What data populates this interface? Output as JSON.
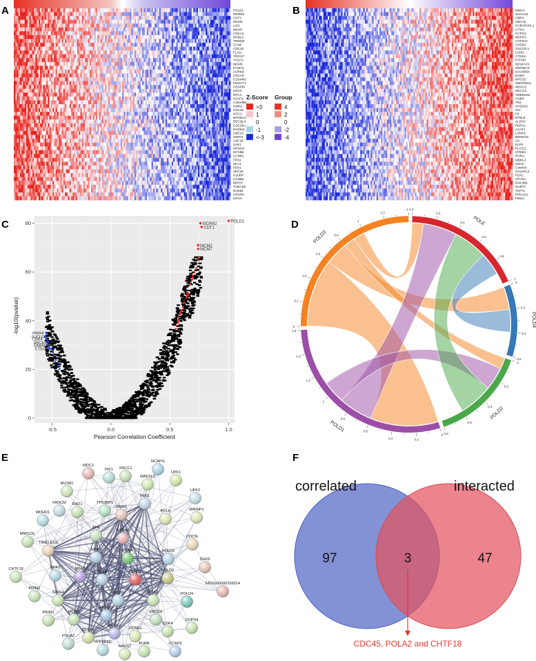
{
  "panels": {
    "a": "A",
    "b": "B",
    "c": "C",
    "d": "D",
    "e": "E",
    "f": "F"
  },
  "heatmap_a": {
    "genes": [
      "POLD1",
      "WDR62",
      "CDT1",
      "MCM2",
      "LIG1",
      "MCM7",
      "CDCA3",
      "MYBL2",
      "TRIM28",
      "CCNF",
      "CDC20",
      "FLJ11",
      "TROAP",
      "TACC3",
      "MCM5",
      "FANCG",
      "AURKB",
      "CDCA5",
      "C15orf42",
      "PKMYT1",
      "CENPM",
      "KIF2C",
      "RFC4",
      "H2AFX",
      "C18orf59",
      "GINS1",
      "CDC45",
      "KIFC1",
      "NFKBIL2",
      "RECQL4",
      "CDC25A",
      "RAD54L",
      "UBE2S",
      "ZWINT",
      "ASF1B",
      "SAE1",
      "MCM10",
      "KIF18B",
      "CCNB1",
      "TPX2",
      "SKA1",
      "FEN1",
      "SPC25",
      "HJURP",
      "CCNB2",
      "BIRC5",
      "TUBA1B",
      "RAD51",
      "CENPH",
      "KIF4A"
    ],
    "legend": {
      "zscore_title": "Z-Score",
      "zscore_labels": [
        ">3",
        "1",
        "0",
        "-1",
        "<-3"
      ],
      "zscore_colors": [
        "#e8241f",
        "#f6c7cf",
        "#ffffff",
        "#a9d4ec",
        "#1a28d8"
      ],
      "group_title": "Group",
      "group_labels": [
        "4",
        "2",
        "0",
        "-2",
        "-4"
      ],
      "group_colors": [
        "#e53222",
        "#f08a7c",
        "#ffffff",
        "#a79de8",
        "#6b3ed6"
      ]
    }
  },
  "heatmap_b": {
    "genes": [
      "MMAA",
      "SUCLG2",
      "CBR4",
      "ABCA9",
      "GABARAPL1",
      "CTSO",
      "CCPG1",
      "NDFIP1",
      "CYP4V2",
      "CPEB3",
      "CDC37L1",
      "LDHD",
      "CTNS4",
      "ETFDH",
      "NDUFAF1",
      "SDF5ECS",
      "KIAA0564",
      "ECM2",
      "MTO1E",
      "SERPING1",
      "MOSC2",
      "MCCC2",
      "TMEM182",
      "OSBP",
      "TR2",
      "SHSD10",
      "TAT",
      "F8",
      "BTNL9",
      "ALDH2",
      "PDE2A",
      "ACAT1",
      "LONP2",
      "BDNFOS",
      "C6",
      "KLF9",
      "PLCG2",
      "CPEB4",
      "RORA",
      "MBNL2",
      "SDHC",
      "C4orf34",
      "GALNTL2",
      "FDX1",
      "CFOX1",
      "DNAJB9",
      "NUDT7",
      "TAPT1",
      "PRKAG2",
      "FMO4"
    ]
  },
  "chart_data": [
    {
      "type": "scatter",
      "panel": "C",
      "xlabel": "Pearson Correlation Coefficient",
      "ylabel": "-log10(pvalue)",
      "xlim": [
        -0.65,
        1.05
      ],
      "ylim": [
        -2,
        83
      ],
      "x_ticks": [
        "-0.5",
        "0.0",
        "0.5",
        "1.0"
      ],
      "y_ticks": [
        "0",
        "20",
        "40",
        "60",
        "80"
      ],
      "grid": true,
      "highlight_positive": [
        {
          "label": "POLD1",
          "x": 1.0,
          "y": 81
        },
        {
          "label": "WDR62",
          "x": 0.76,
          "y": 80
        },
        {
          "label": "CDT1",
          "x": 0.77,
          "y": 78.5
        },
        {
          "label": "MCM2",
          "x": 0.74,
          "y": 71
        },
        {
          "label": "MCM7",
          "x": 0.74,
          "y": 69.5
        }
      ],
      "highlight_negative": [
        {
          "label": "MMAA",
          "x": -0.55,
          "y": 35
        },
        {
          "label": "SUCLG2",
          "x": -0.56,
          "y": 33.5
        },
        {
          "label": "CBR4",
          "x": -0.55,
          "y": 32.5
        },
        {
          "label": "ABCA9",
          "x": -0.54,
          "y": 31
        },
        {
          "label": "GABARAPL1",
          "x": -0.54,
          "y": 30
        },
        {
          "label": "CTSO",
          "x": -0.53,
          "y": 28.5
        }
      ],
      "series_colors": {
        "background": "#000000",
        "positive": "#e8362f",
        "negative": "#2a45d8"
      },
      "panel_bg": "#ebebeb"
    },
    {
      "type": "chord",
      "panel": "D",
      "sectors": [
        {
          "name": "POLE",
          "color": "#d7262e",
          "value": 1.0
        },
        {
          "name": "POLD4",
          "color": "#3778b6",
          "value": 0.6
        },
        {
          "name": "POLD2",
          "color": "#4aa84a",
          "value": 0.8
        },
        {
          "name": "POLD1",
          "color": "#9b4fa6",
          "value": 1.6
        },
        {
          "name": "POLD3",
          "color": "#f58222",
          "value": 1.4
        }
      ],
      "tick_labels": [
        "0",
        "0.2",
        "0.4",
        "0.6",
        "0.8",
        "1"
      ],
      "links": [
        {
          "from": "POLD3",
          "to": "POLD1",
          "value": 0.6
        },
        {
          "from": "POLD3",
          "to": "POLD4",
          "value": 0.2
        },
        {
          "from": "POLD3",
          "to": "POLD2",
          "value": 0.1
        },
        {
          "from": "POLD3",
          "to": "POLE",
          "value": 0.1
        },
        {
          "from": "POLD1",
          "to": "POLE",
          "value": 0.3
        },
        {
          "from": "POLD1",
          "to": "POLD2",
          "value": 0.2
        },
        {
          "from": "POLD2",
          "to": "POLE",
          "value": 0.3
        },
        {
          "from": "POLD4",
          "to": "POLE",
          "value": 0.2
        }
      ]
    },
    {
      "type": "venn",
      "panel": "F",
      "sets": [
        {
          "name": "correlated",
          "only": 97,
          "color": "#5a6cc7"
        },
        {
          "name": "interacted",
          "only": 47,
          "color": "#e3545f"
        }
      ],
      "intersection": 3,
      "intersection_genes": "CDC45, POLA2 and CHTF18"
    }
  ],
  "network": {
    "nodes": [
      {
        "id": "MDC1",
        "color": "#e7b7b2"
      },
      {
        "id": "PIF1",
        "color": "#b6ddd8"
      },
      {
        "id": "XRCC1",
        "color": "#c9e2b7"
      },
      {
        "id": "NCAPG",
        "color": "#b3d5e8"
      },
      {
        "id": "MAD2L2",
        "color": "#d2e8b4"
      },
      {
        "id": "UPF1",
        "color": "#d7e5aa"
      },
      {
        "id": "MUS81",
        "color": "#cfe4b5"
      },
      {
        "id": "UPF2",
        "color": "#c5dfe3"
      },
      {
        "id": "FANCM",
        "color": "#c2dbe0"
      },
      {
        "id": "RAD1",
        "color": "#c8e3b2"
      },
      {
        "id": "TP53BP1",
        "color": "#b9e3c7"
      },
      {
        "id": "DNA2",
        "color": "#e5c5b7"
      },
      {
        "id": "FEN1",
        "color": "#c2d8e7"
      },
      {
        "id": "WRNIP1",
        "color": "#dce7b3"
      },
      {
        "id": "POLK",
        "color": "#dfe7b5"
      },
      {
        "id": "WDHD1",
        "color": "#b9dde2"
      },
      {
        "id": "MMS22L",
        "color": "#c6e2b4"
      },
      {
        "id": "ATR",
        "color": "#c9e0c0"
      },
      {
        "id": "BRCA1",
        "color": "#e5b3b4"
      },
      {
        "id": "CDC5L",
        "color": "#e9d5b5"
      },
      {
        "id": "TIMELESS",
        "color": "#e9d1b5"
      },
      {
        "id": "RPA1",
        "color": "#b8cfe6"
      },
      {
        "id": "PCNA",
        "color": "#7cc97a"
      },
      {
        "id": "POLD3",
        "color": "#b9d3e5"
      },
      {
        "id": "DHX9",
        "color": "#e6c4b5"
      },
      {
        "id": "CHTF18",
        "color": "#c9e2b7"
      },
      {
        "id": "RPA3",
        "color": "#b9d9e4"
      },
      {
        "id": "RPA2",
        "color": "#b3a1dd"
      },
      {
        "id": "POLE",
        "color": "#b4d3e4"
      },
      {
        "id": "POLD1",
        "color": "#e66565"
      },
      {
        "id": "POLD2",
        "color": "#cbc98a"
      },
      {
        "id": "ENSG00000256514",
        "color": "#e6b8b3"
      },
      {
        "id": "PRIM2",
        "color": "#c6e4b5"
      },
      {
        "id": "GINS4",
        "color": "#cbe2b5"
      },
      {
        "id": "MCM3",
        "color": "#b4d7e4"
      },
      {
        "id": "CDK2",
        "color": "#c9e2b7"
      },
      {
        "id": "POLD4",
        "color": "#7ec9b9"
      },
      {
        "id": "PRIM1",
        "color": "#c8e3b4"
      },
      {
        "id": "MCM2",
        "color": "#c5e1b5"
      },
      {
        "id": "MCM10",
        "color": "#a9c8e6"
      },
      {
        "id": "ERCC6",
        "color": "#c3e1ba"
      },
      {
        "id": "COPS4",
        "color": "#c7e3b5"
      },
      {
        "id": "CDK4",
        "color": "#c6e2b4"
      },
      {
        "id": "POLA2",
        "color": "#c2dcd4"
      },
      {
        "id": "CDC45",
        "color": "#d3e1aa"
      },
      {
        "id": "POLE2",
        "color": "#b8b9e6"
      },
      {
        "id": "CCNE1",
        "color": "#d7e7b1"
      },
      {
        "id": "PPP2R5C",
        "color": "#b9dbe2"
      },
      {
        "id": "PURB",
        "color": "#c7e4b5"
      },
      {
        "id": "CCND3",
        "color": "#b3cfe6"
      },
      {
        "id": "HAUS7",
        "color": "#d7e7b5"
      }
    ]
  }
}
